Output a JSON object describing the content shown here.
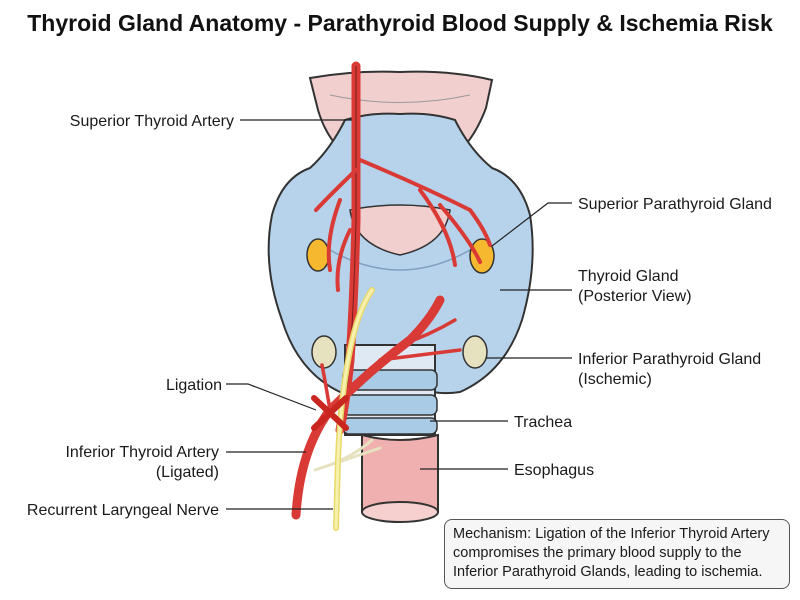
{
  "title": "Thyroid Gland Anatomy - Parathyroid Blood Supply & Ischemia Risk",
  "labels": {
    "superior_thyroid_artery": "Superior Thyroid Artery",
    "superior_parathyroid_gland": "Superior Parathyroid Gland",
    "thyroid_gland_line1": "Thyroid Gland",
    "thyroid_gland_line2": "(Posterior View)",
    "inferior_parathyroid_line1": "Inferior Parathyroid Gland",
    "inferior_parathyroid_line2": "(Ischemic)",
    "ligation": "Ligation",
    "inferior_thyroid_artery_line1": "Inferior Thyroid Artery",
    "inferior_thyroid_artery_line2": "(Ligated)",
    "trachea": "Trachea",
    "esophagus": "Esophagus",
    "recurrent_laryngeal_nerve": "Recurrent Laryngeal Nerve"
  },
  "note": {
    "line1": "Mechanism: Ligation of the Inferior Thyroid Artery",
    "line2": "compromises the primary blood supply to the",
    "line3": "Inferior Parathyroid Glands, leading to ischemia."
  },
  "colors": {
    "thyroid": "#b7d3ec",
    "cartilage": "#f2cfcf",
    "artery": "#d93a36",
    "superior_parathyroid": "#f5b82e",
    "inferior_parathyroid": "#e6e2bf",
    "nerve": "#f2ea8c",
    "trachea_ring": "#a9cbe6",
    "esophagus": "#f0b0b0"
  }
}
